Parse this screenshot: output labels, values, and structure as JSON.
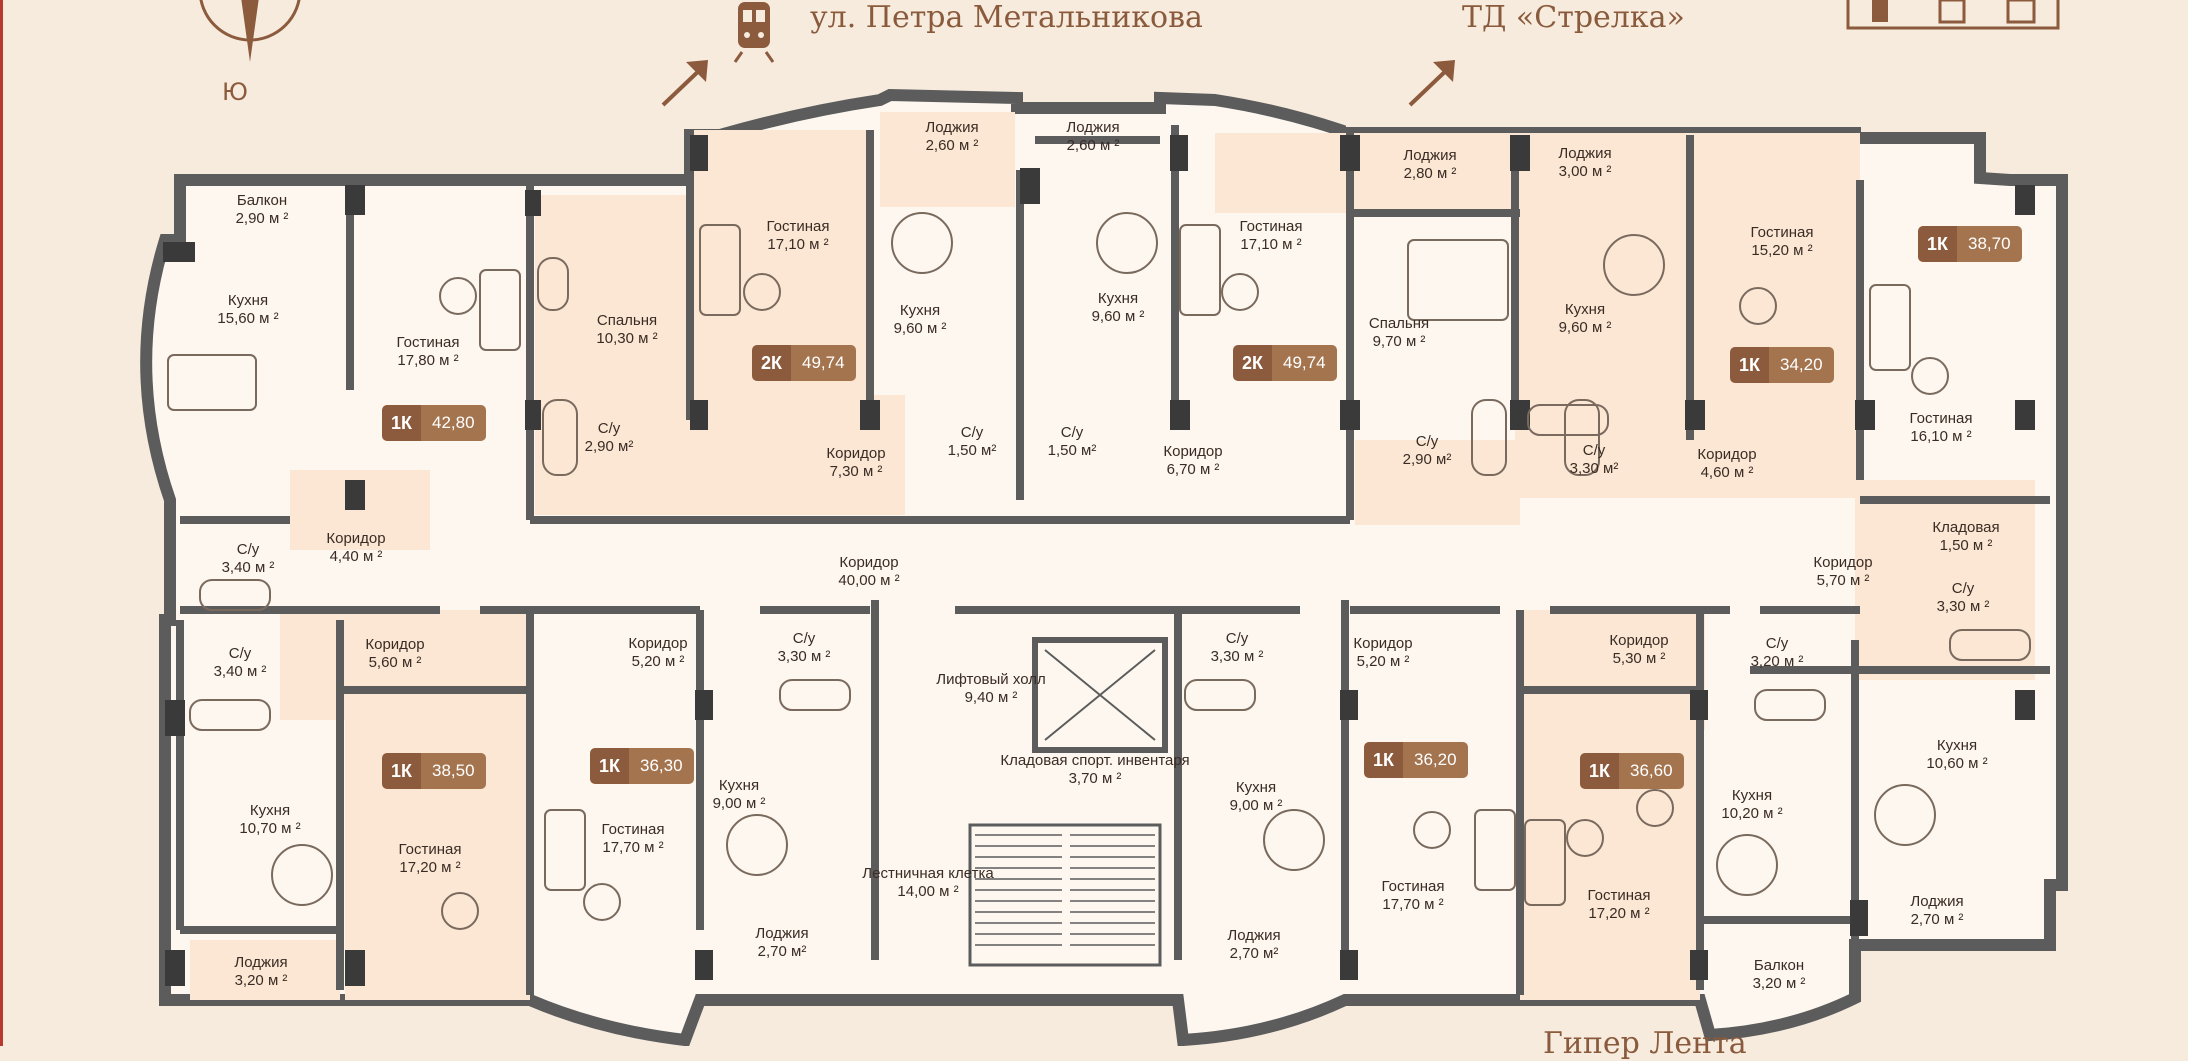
{
  "compass": {
    "south_label": "Ю"
  },
  "streets": {
    "metro_street": "ул. Петра Метальникова",
    "mall": "ТД «Стрелка»",
    "bottom_store": "Гипер Лента"
  },
  "icons": {
    "metro": "metro-train-icon",
    "arrow": "direction-arrow-icon",
    "compass": "compass-icon"
  },
  "colors": {
    "wall": "#5c5c5c",
    "brown": "#8c5a3c",
    "brown_light": "#a4744f",
    "room_light": "#fdf7ef",
    "room_warm": "#fbe7d3",
    "background": "#f6ebdd"
  },
  "rooms": [
    {
      "id": "balkon-1",
      "name": "Балкон",
      "area": "2,90 м ²"
    },
    {
      "id": "kuhnya-1",
      "name": "Кухня",
      "area": "15,60 м ²"
    },
    {
      "id": "gostinaya-1",
      "name": "Гостиная",
      "area": "17,80 м ²"
    },
    {
      "id": "spalnya-1",
      "name": "Спальня",
      "area": "10,30 м ²"
    },
    {
      "id": "su-1",
      "name": "С/у",
      "area": "2,90 м²"
    },
    {
      "id": "gostinaya-2",
      "name": "Гостиная",
      "area": "17,10 м ²"
    },
    {
      "id": "lodzhiya-1",
      "name": "Лоджия",
      "area": "2,60 м ²"
    },
    {
      "id": "lodzhiya-2",
      "name": "Лоджия",
      "area": "2,60 м ²"
    },
    {
      "id": "kuhnya-2",
      "name": "Кухня",
      "area": "9,60 м ²"
    },
    {
      "id": "kuhnya-3",
      "name": "Кухня",
      "area": "9,60 м ²"
    },
    {
      "id": "su-2",
      "name": "С/у",
      "area": "1,50 м²"
    },
    {
      "id": "su-3",
      "name": "С/у",
      "area": "1,50 м²"
    },
    {
      "id": "koridor-1",
      "name": "Коридор",
      "area": "7,30 м ²"
    },
    {
      "id": "gostinaya-3",
      "name": "Гостиная",
      "area": "17,10 м ²"
    },
    {
      "id": "koridor-2",
      "name": "Коридор",
      "area": "6,70 м ²"
    },
    {
      "id": "lodzhiya-3",
      "name": "Лоджия",
      "area": "2,80 м ²"
    },
    {
      "id": "lodzhiya-4",
      "name": "Лоджия",
      "area": "3,00 м ²"
    },
    {
      "id": "spalnya-2",
      "name": "Спальня",
      "area": "9,70 м ²"
    },
    {
      "id": "su-4",
      "name": "С/у",
      "area": "2,90 м²"
    },
    {
      "id": "kuhnya-4",
      "name": "Кухня",
      "area": "9,60 м ²"
    },
    {
      "id": "su-5",
      "name": "С/у",
      "area": "3,30 м²"
    },
    {
      "id": "gostinaya-4",
      "name": "Гостиная",
      "area": "15,20 м ²"
    },
    {
      "id": "koridor-3",
      "name": "Коридор",
      "area": "4,60 м ²"
    },
    {
      "id": "gostinaya-5",
      "name": "Гостиная",
      "area": "16,10 м ²"
    },
    {
      "id": "kladovaya-1",
      "name": "Кладовая",
      "area": "1,50 м ²"
    },
    {
      "id": "koridor-4",
      "name": "Коридор",
      "area": "5,70 м ²"
    },
    {
      "id": "su-6",
      "name": "С/у",
      "area": "3,30 м ²"
    },
    {
      "id": "su-7",
      "name": "С/у",
      "area": "3,40 м ²"
    },
    {
      "id": "koridor-5",
      "name": "Коридор",
      "area": "4,40 м ²"
    },
    {
      "id": "koridor-main",
      "name": "Коридор",
      "area": "40,00 м ²"
    },
    {
      "id": "lift-holl",
      "name": "Лифтовый холл",
      "area": "9,40 м ²"
    },
    {
      "id": "kladovaya-sport",
      "name": "Кладовая спорт. инвентаря",
      "area": "3,70 м ²"
    },
    {
      "id": "lestnica",
      "name": "Лестничная клетка",
      "area": "14,00 м ²"
    },
    {
      "id": "su-8",
      "name": "С/у",
      "area": "3,40 м ²"
    },
    {
      "id": "koridor-6",
      "name": "Коридор",
      "area": "5,60 м ²"
    },
    {
      "id": "kuhnya-5",
      "name": "Кухня",
      "area": "10,70 м ²"
    },
    {
      "id": "gostinaya-6",
      "name": "Гостиная",
      "area": "17,20 м ²"
    },
    {
      "id": "lodzhiya-5",
      "name": "Лоджия",
      "area": "3,20 м ²"
    },
    {
      "id": "koridor-7",
      "name": "Коридор",
      "area": "5,20 м ²"
    },
    {
      "id": "su-9",
      "name": "С/у",
      "area": "3,30 м ²"
    },
    {
      "id": "kuhnya-6",
      "name": "Кухня",
      "area": "9,00 м ²"
    },
    {
      "id": "gostinaya-7",
      "name": "Гостиная",
      "area": "17,70 м ²"
    },
    {
      "id": "lodzhiya-6",
      "name": "Лоджия",
      "area": "2,70 м²"
    },
    {
      "id": "su-10",
      "name": "С/у",
      "area": "3,30 м ²"
    },
    {
      "id": "koridor-8",
      "name": "Коридор",
      "area": "5,20 м ²"
    },
    {
      "id": "kuhnya-7",
      "name": "Кухня",
      "area": "9,00 м ²"
    },
    {
      "id": "gostinaya-8",
      "name": "Гостиная",
      "area": "17,70 м ²"
    },
    {
      "id": "lodzhiya-7",
      "name": "Лоджия",
      "area": "2,70 м²"
    },
    {
      "id": "koridor-9",
      "name": "Коридор",
      "area": "5,30 м ²"
    },
    {
      "id": "su-11",
      "name": "С/у",
      "area": "3,20 м ²"
    },
    {
      "id": "gostinaya-9",
      "name": "Гостиная",
      "area": "17,20 м ²"
    },
    {
      "id": "kuhnya-8",
      "name": "Кухня",
      "area": "10,20 м ²"
    },
    {
      "id": "balkon-2",
      "name": "Балкон",
      "area": "3,20 м ²"
    },
    {
      "id": "kuhnya-9",
      "name": "Кухня",
      "area": "10,60 м ²"
    },
    {
      "id": "lodzhiya-8",
      "name": "Лоджия",
      "area": "2,70 м ²"
    }
  ],
  "apartments": [
    {
      "id": "apt-a",
      "type": "1К",
      "area": "42,80"
    },
    {
      "id": "apt-b",
      "type": "2К",
      "area": "49,74"
    },
    {
      "id": "apt-c",
      "type": "2К",
      "area": "49,74"
    },
    {
      "id": "apt-d",
      "type": "1К",
      "area": "34,20"
    },
    {
      "id": "apt-e",
      "type": "1К",
      "area": "38,70"
    },
    {
      "id": "apt-f",
      "type": "1К",
      "area": "38,50"
    },
    {
      "id": "apt-g",
      "type": "1К",
      "area": "36,30"
    },
    {
      "id": "apt-h",
      "type": "1К",
      "area": "36,20"
    },
    {
      "id": "apt-i",
      "type": "1К",
      "area": "36,60"
    }
  ]
}
